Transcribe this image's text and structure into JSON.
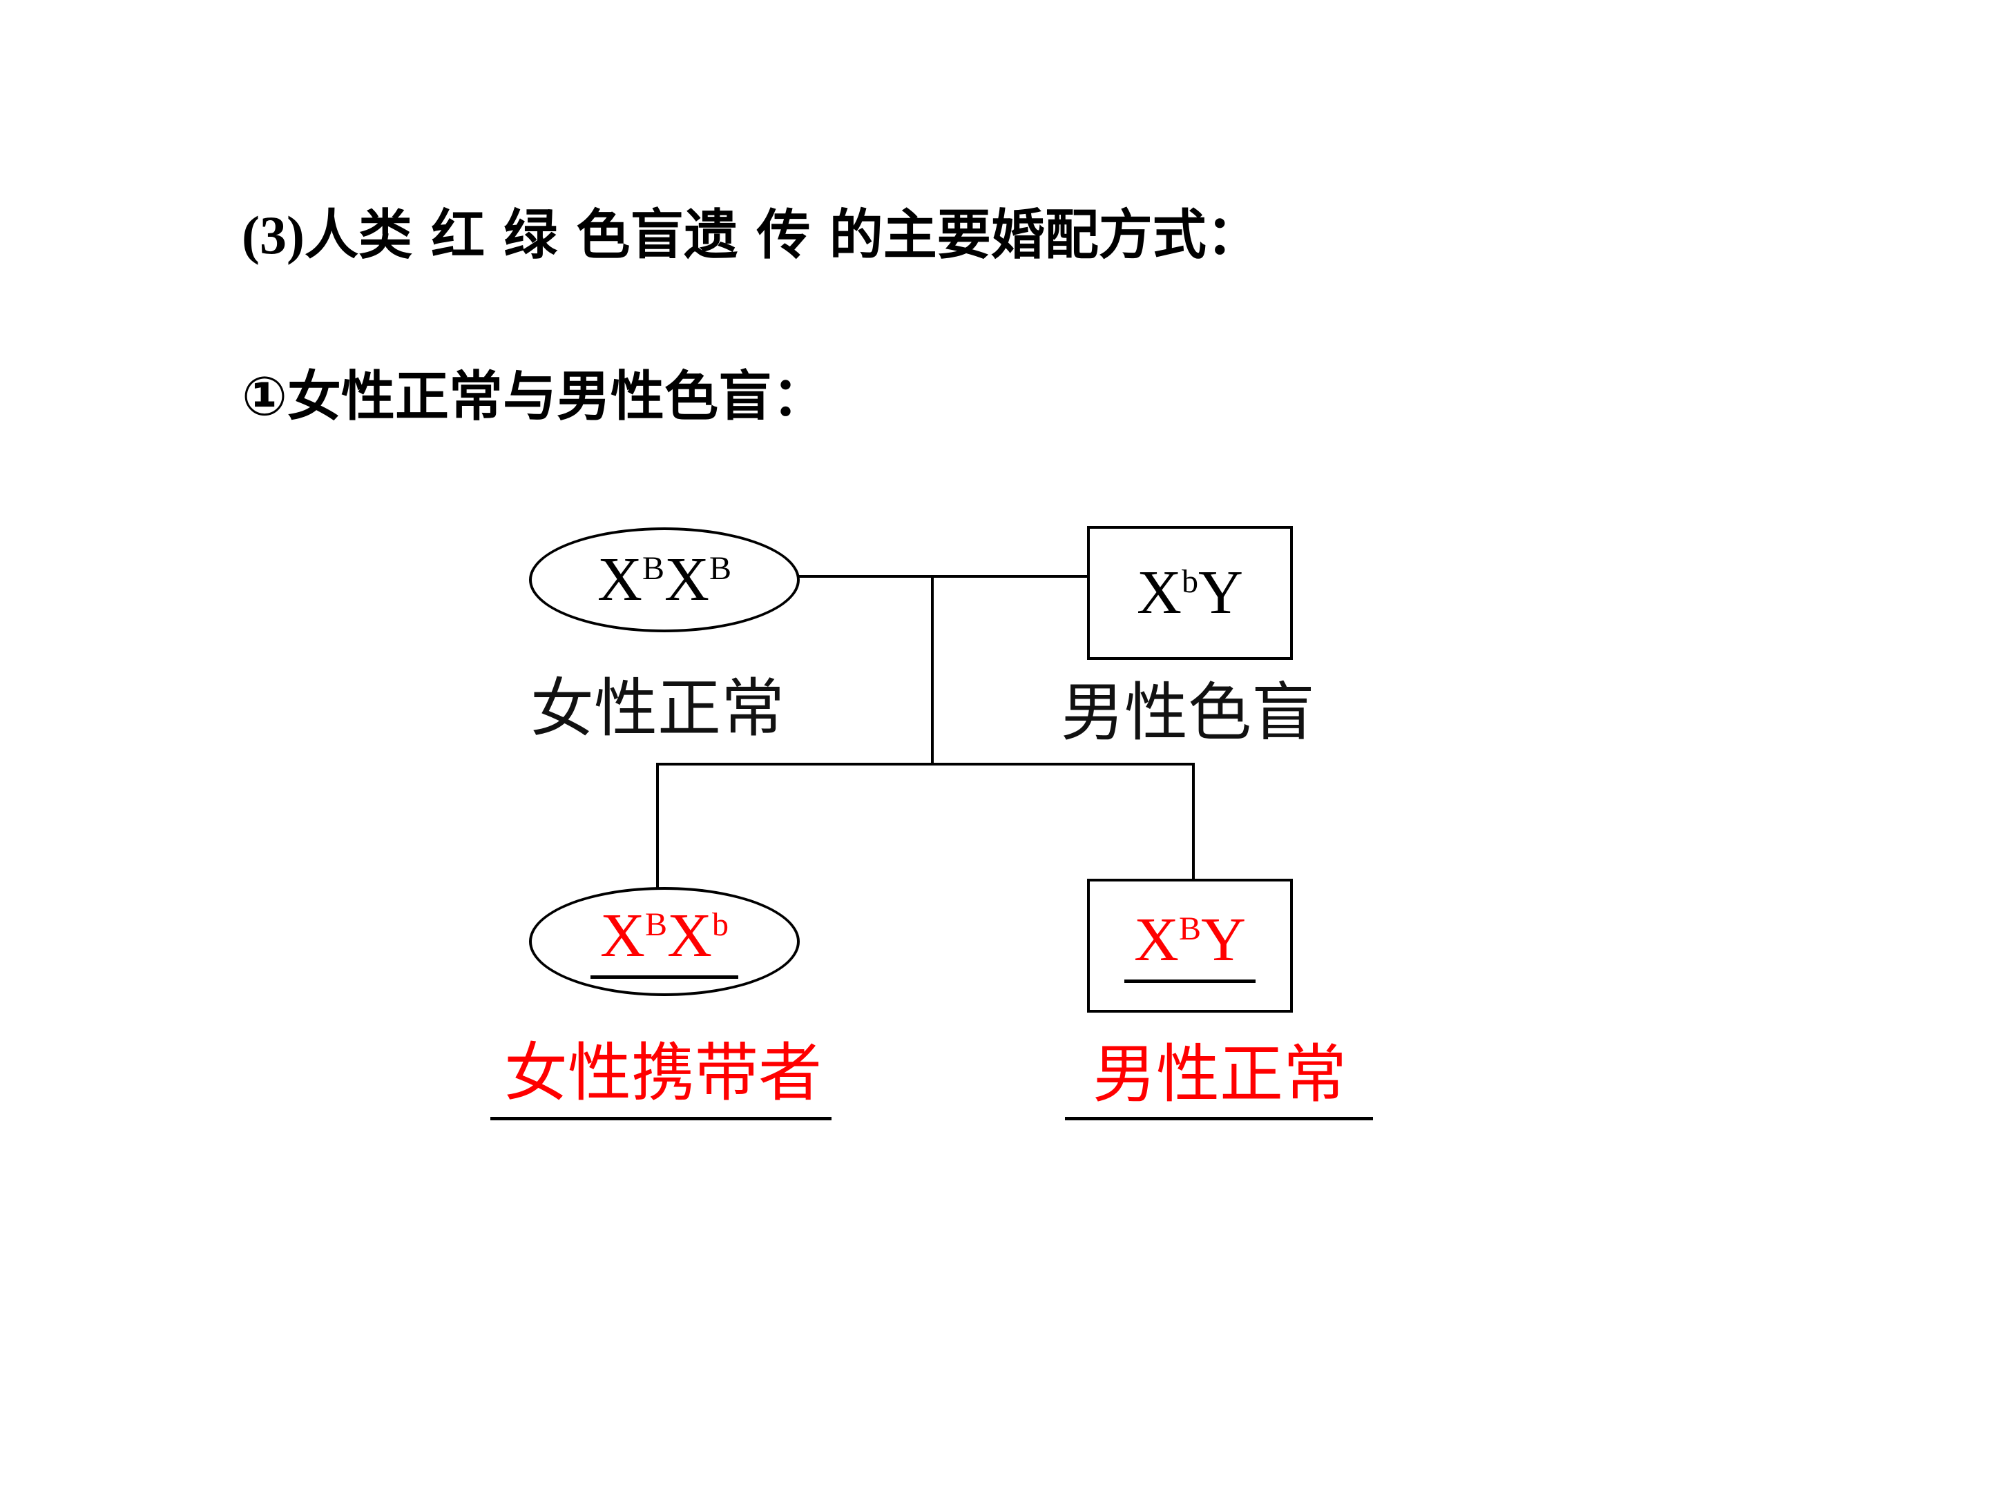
{
  "title": {
    "number": "(3)",
    "text": "人类 红 绿 色盲遗 传 的主要婚配方式："
  },
  "subtitle": "①女性正常与男性色盲：",
  "pedigree": {
    "mother": {
      "genotype_base": "X",
      "sup1": "B",
      "genotype_mid": "X",
      "sup2": "B",
      "label": "女性正常"
    },
    "father": {
      "genotype_base": "X",
      "sup1": "b",
      "genotype_tail": "Y",
      "label": "男性色盲"
    },
    "daughter": {
      "genotype_base": "X",
      "sup1": "B",
      "genotype_mid": "X",
      "sup2": "b",
      "label": "女性携带者"
    },
    "son": {
      "genotype_base": "X",
      "sup1": "B",
      "genotype_tail": "Y",
      "label": "男性正常"
    }
  },
  "colors": {
    "parents": "#000000",
    "offspring": "#ff0000"
  }
}
